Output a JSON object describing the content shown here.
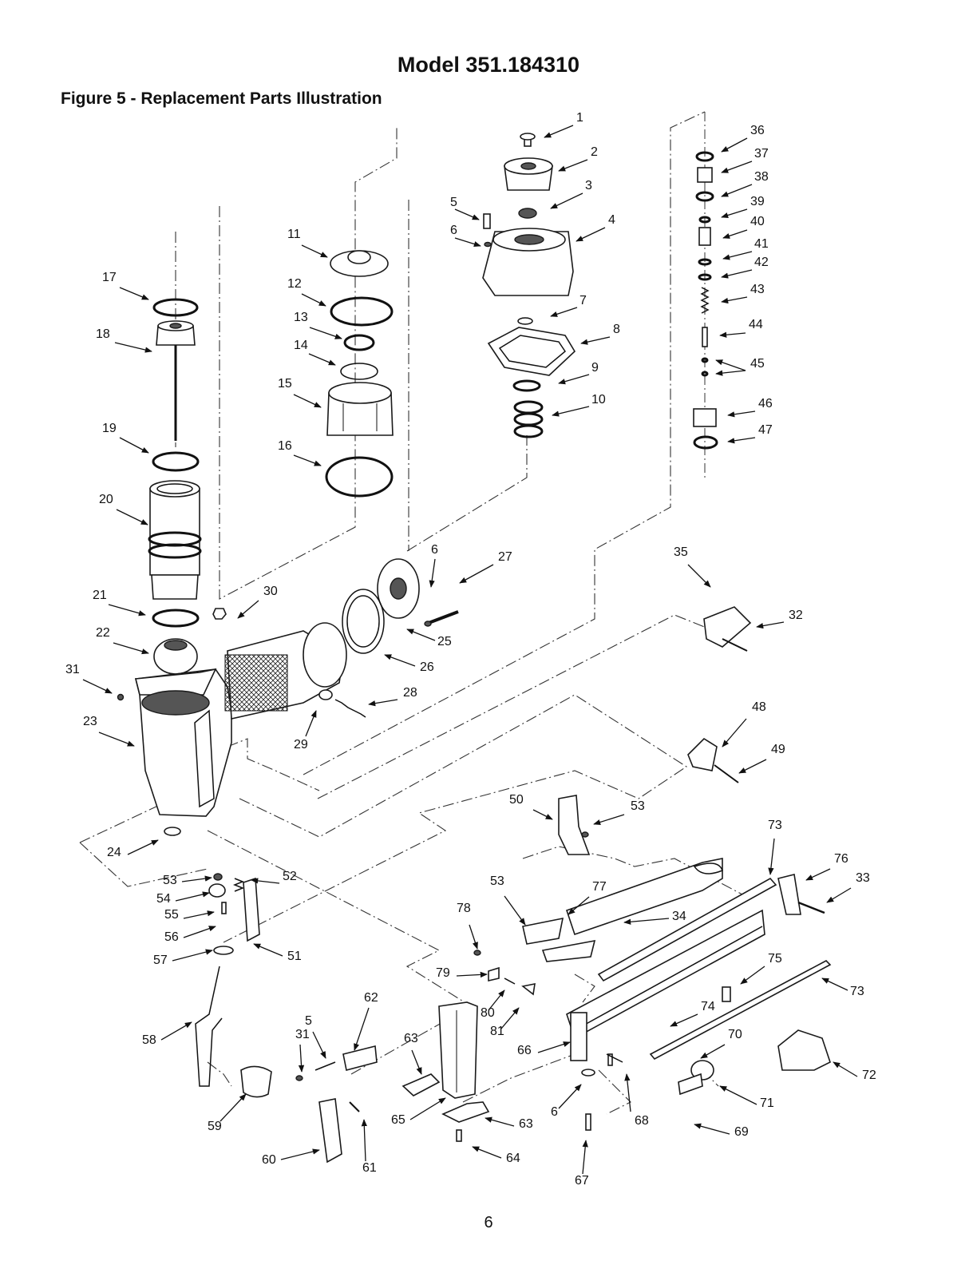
{
  "header": {
    "model": "Model 351.184310",
    "figure_title": "Figure 5 - Replacement Parts Illustration"
  },
  "page_number": "6",
  "callouts": [
    {
      "id": "1",
      "label": "1"
    },
    {
      "id": "2",
      "label": "2"
    },
    {
      "id": "3",
      "label": "3"
    },
    {
      "id": "4",
      "label": "4"
    },
    {
      "id": "5a",
      "label": "5"
    },
    {
      "id": "6a",
      "label": "6"
    },
    {
      "id": "7",
      "label": "7"
    },
    {
      "id": "8",
      "label": "8"
    },
    {
      "id": "9",
      "label": "9"
    },
    {
      "id": "10",
      "label": "10"
    },
    {
      "id": "11",
      "label": "11"
    },
    {
      "id": "12",
      "label": "12"
    },
    {
      "id": "13",
      "label": "13"
    },
    {
      "id": "14",
      "label": "14"
    },
    {
      "id": "15",
      "label": "15"
    },
    {
      "id": "16",
      "label": "16"
    },
    {
      "id": "17",
      "label": "17"
    },
    {
      "id": "18",
      "label": "18"
    },
    {
      "id": "19",
      "label": "19"
    },
    {
      "id": "20",
      "label": "20"
    },
    {
      "id": "21",
      "label": "21"
    },
    {
      "id": "22",
      "label": "22"
    },
    {
      "id": "23",
      "label": "23"
    },
    {
      "id": "24",
      "label": "24"
    },
    {
      "id": "25",
      "label": "25"
    },
    {
      "id": "26",
      "label": "26"
    },
    {
      "id": "6b",
      "label": "6"
    },
    {
      "id": "27",
      "label": "27"
    },
    {
      "id": "28",
      "label": "28"
    },
    {
      "id": "29",
      "label": "29"
    },
    {
      "id": "30",
      "label": "30"
    },
    {
      "id": "31a",
      "label": "31"
    },
    {
      "id": "32",
      "label": "32"
    },
    {
      "id": "35",
      "label": "35"
    },
    {
      "id": "36",
      "label": "36"
    },
    {
      "id": "37",
      "label": "37"
    },
    {
      "id": "38",
      "label": "38"
    },
    {
      "id": "39",
      "label": "39"
    },
    {
      "id": "40",
      "label": "40"
    },
    {
      "id": "41",
      "label": "41"
    },
    {
      "id": "42",
      "label": "42"
    },
    {
      "id": "43",
      "label": "43"
    },
    {
      "id": "44",
      "label": "44"
    },
    {
      "id": "45",
      "label": "45"
    },
    {
      "id": "46",
      "label": "46"
    },
    {
      "id": "47",
      "label": "47"
    },
    {
      "id": "48",
      "label": "48"
    },
    {
      "id": "49",
      "label": "49"
    },
    {
      "id": "50",
      "label": "50"
    },
    {
      "id": "53a",
      "label": "53"
    },
    {
      "id": "73a",
      "label": "73"
    },
    {
      "id": "76",
      "label": "76"
    },
    {
      "id": "33",
      "label": "33"
    },
    {
      "id": "53b",
      "label": "53"
    },
    {
      "id": "52",
      "label": "52"
    },
    {
      "id": "54",
      "label": "54"
    },
    {
      "id": "55",
      "label": "55"
    },
    {
      "id": "56",
      "label": "56"
    },
    {
      "id": "57",
      "label": "57"
    },
    {
      "id": "51",
      "label": "51"
    },
    {
      "id": "53c",
      "label": "53"
    },
    {
      "id": "77",
      "label": "77"
    },
    {
      "id": "78",
      "label": "78"
    },
    {
      "id": "34",
      "label": "34"
    },
    {
      "id": "79",
      "label": "79"
    },
    {
      "id": "80",
      "label": "80"
    },
    {
      "id": "81",
      "label": "81"
    },
    {
      "id": "75",
      "label": "75"
    },
    {
      "id": "73b",
      "label": "73"
    },
    {
      "id": "74",
      "label": "74"
    },
    {
      "id": "62",
      "label": "62"
    },
    {
      "id": "58",
      "label": "58"
    },
    {
      "id": "31b",
      "label": "31"
    },
    {
      "id": "5b",
      "label": "5"
    },
    {
      "id": "63a",
      "label": "63"
    },
    {
      "id": "66",
      "label": "66"
    },
    {
      "id": "70",
      "label": "70"
    },
    {
      "id": "72",
      "label": "72"
    },
    {
      "id": "59",
      "label": "59"
    },
    {
      "id": "65",
      "label": "65"
    },
    {
      "id": "63b",
      "label": "63"
    },
    {
      "id": "6c",
      "label": "6"
    },
    {
      "id": "68",
      "label": "68"
    },
    {
      "id": "71",
      "label": "71"
    },
    {
      "id": "69",
      "label": "69"
    },
    {
      "id": "64",
      "label": "64"
    },
    {
      "id": "60",
      "label": "60"
    },
    {
      "id": "61",
      "label": "61"
    },
    {
      "id": "67",
      "label": "67"
    }
  ]
}
